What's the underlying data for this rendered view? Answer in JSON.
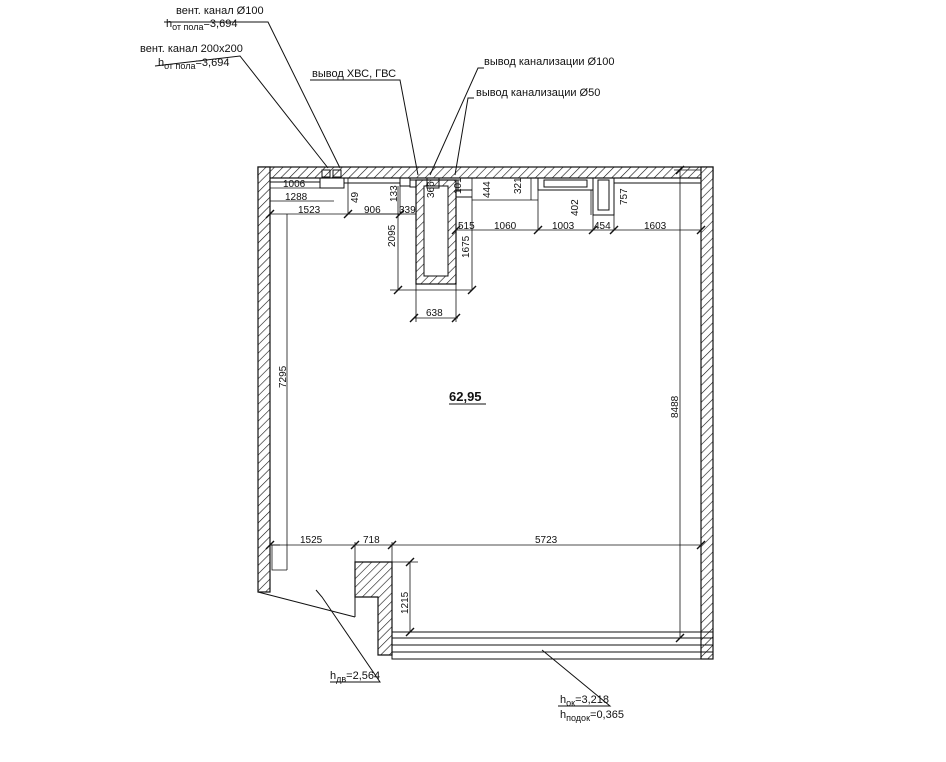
{
  "labels": {
    "vent_100": "вент. канал Ø100",
    "vent_100_h_prefix": "h",
    "vent_100_h_sub": "от пола",
    "vent_100_h_value": "=3,694",
    "vent_200": "вент. канал 200х200",
    "vent_200_h_prefix": "h",
    "vent_200_h_sub": "от пола",
    "vent_200_h_value": "=3,694",
    "water": "вывод ХВС, ГВС",
    "sewer_100": "вывод канализации Ø100",
    "sewer_50": "вывод канализации Ø50",
    "area": "62,95",
    "door_h_prefix": "h",
    "door_h_sub": "дв",
    "door_h_value": "=2,564",
    "window_h_prefix": "h",
    "window_h_sub": "ок",
    "window_h_value": "=3,218",
    "sill_h_prefix": "h",
    "sill_h_sub": "подок",
    "sill_h_value": "=0,365"
  },
  "dimensions": {
    "d1006": "1006",
    "d1288": "1288",
    "d1523": "1523",
    "d49": "49",
    "d906": "906",
    "d133": "133",
    "d339": "339",
    "d366": "366",
    "d101": "101",
    "d444": "444",
    "d321": "321",
    "d402": "402",
    "d757": "757",
    "d515": "515",
    "d1060": "1060",
    "d1003": "1003",
    "d454": "454",
    "d1603": "1603",
    "d2095": "2095",
    "d1675": "1675",
    "d638": "638",
    "d7295": "7295",
    "d8488": "8488",
    "d1525": "1525",
    "d718": "718",
    "d5723": "5723",
    "d1215": "1215"
  }
}
